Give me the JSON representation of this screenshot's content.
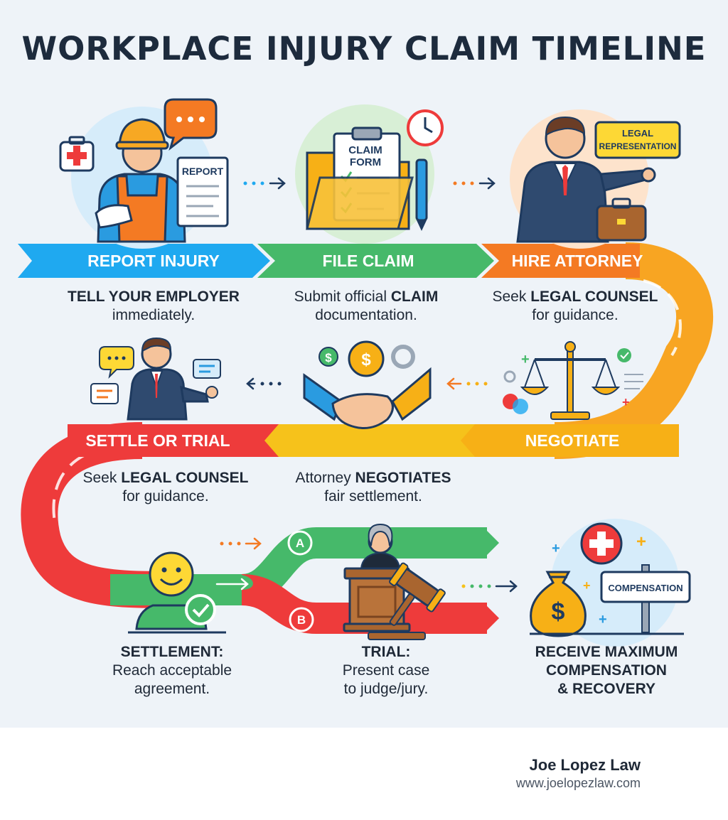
{
  "title": "WORKPLACE INJURY CLAIM TIMELINE",
  "steps": [
    {
      "label": "REPORT INJURY",
      "desc_bold": "TELL YOUR EMPLOYER",
      "desc_rest": "immediately."
    },
    {
      "label": "FILE CLAIM",
      "desc_pre": "Submit official",
      "desc_bold": "CLAIM",
      "desc_rest": "documentation."
    },
    {
      "label": "HIRE ATTORNEY",
      "desc_pre": "Seek",
      "desc_bold": "LEGAL COUNSEL",
      "desc_rest": "for guidance."
    },
    {
      "label": "NEGOTIATE",
      "desc_pre": "Attorney",
      "desc_bold": "NEGOTIATES",
      "desc_rest": "fair settlement."
    },
    {
      "label": "SETTLE OR TRIAL",
      "desc_pre": "Seek",
      "desc_bold": "LEGAL COUNSEL",
      "desc_rest": "for guidance."
    }
  ],
  "icons": {
    "report_doc": "REPORT",
    "claim_form_line1": "CLAIM",
    "claim_form_line2": "FORM",
    "legal_sign_line1": "LEGAL",
    "legal_sign_line2": "REPRESENTATION",
    "compensation_sign": "COMPENSATION",
    "branch_a": "A",
    "branch_b": "B"
  },
  "outcomes": {
    "settlement": {
      "title": "SETTLEMENT:",
      "line1": "Reach acceptable",
      "line2": "agreement."
    },
    "trial": {
      "title": "TRIAL:",
      "line1": "Present case",
      "line2": "to judge/jury."
    },
    "final": {
      "line1": "RECEIVE MAXIMUM",
      "line2": "COMPENSATION",
      "line3": "& RECOVERY"
    }
  },
  "footer": {
    "name": "Joe Lopez Law",
    "url": "www.joelopezlaw.com"
  },
  "colors": {
    "blue": "#1fa9f0",
    "green": "#46b96a",
    "orange": "#f47a23",
    "yellow": "#f6c21b",
    "red": "#ee3b3b",
    "title": "#1d2b3d"
  }
}
